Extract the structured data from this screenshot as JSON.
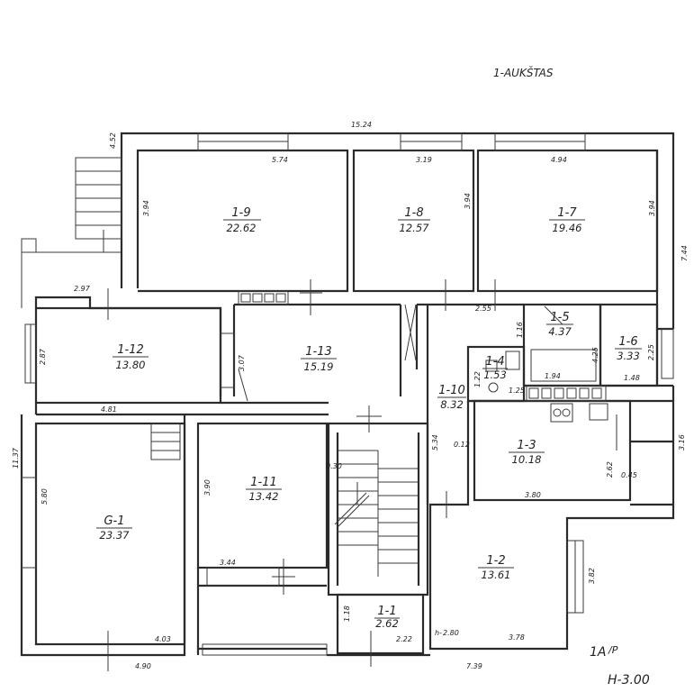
{
  "title": "1-AUKŠTAS",
  "stamp": {
    "line1": "1A",
    "line2": "/P",
    "height": "H-3.00"
  },
  "rooms": [
    {
      "id": "1-9",
      "area": "22.62"
    },
    {
      "id": "1-8",
      "area": "12.57"
    },
    {
      "id": "1-7",
      "area": "19.46"
    },
    {
      "id": "1-12",
      "area": "13.80"
    },
    {
      "id": "1-13",
      "area": "15.19"
    },
    {
      "id": "1-5",
      "area": "4.37"
    },
    {
      "id": "1-6",
      "area": "3.33"
    },
    {
      "id": "1-4",
      "area": "1.53"
    },
    {
      "id": "1-10",
      "area": "8.32"
    },
    {
      "id": "1-3",
      "area": "10.18"
    },
    {
      "id": "G-1",
      "area": "23.37"
    },
    {
      "id": "1-11",
      "area": "13.42"
    },
    {
      "id": "1-2",
      "area": "13.61"
    },
    {
      "id": "1-1",
      "area": "2.62"
    }
  ],
  "dimensions": [
    "15.24",
    "4.52",
    "5.74",
    "3.19",
    "4.94",
    "3.94",
    "3.94",
    "3.94",
    "7.44",
    "2.97",
    "2.87",
    "3.07",
    "4.81",
    "2.55",
    "1.16",
    "1.94",
    "4.25",
    "2.25",
    "1.48",
    "1.22",
    "1.25",
    "0.12",
    "5.34",
    "3.80",
    "2.62",
    "0.45",
    "3.16",
    "11.37",
    "5.80",
    "3.90",
    "0.30",
    "3.44",
    "3.82",
    "3.78",
    "2.80",
    "1.18",
    "2.22",
    "4.03",
    "4.90",
    "7.39"
  ]
}
